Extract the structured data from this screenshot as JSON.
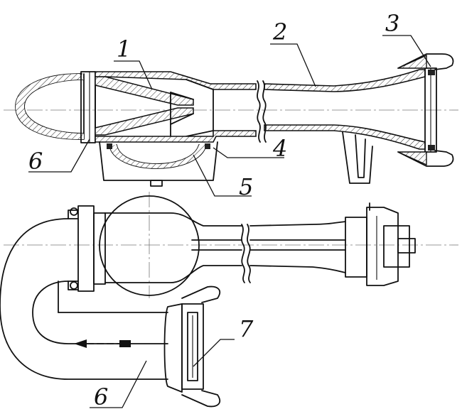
{
  "labels": {
    "l1": "1",
    "l2": "2",
    "l3": "3",
    "l4": "4",
    "l5": "5",
    "l6_top": "6",
    "l6_bottom": "6",
    "l7": "7"
  },
  "colors": {
    "line": "#111111",
    "background": "#ffffff",
    "centerline": "#777777"
  }
}
